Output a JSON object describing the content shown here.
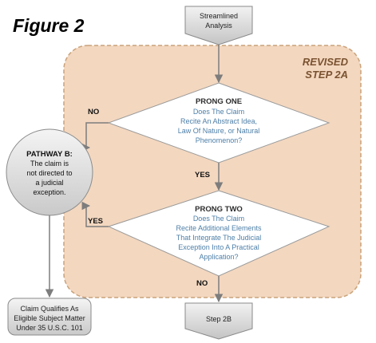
{
  "figure_title": "Figure 2",
  "region": {
    "label_lines": [
      "REVISED",
      "STEP 2A"
    ],
    "color": "#f3d7bf",
    "border_color": "#c9a27a",
    "label_color": "#7a5230"
  },
  "nodes": {
    "streamlined": {
      "lines": [
        "Streamlined",
        "Analysis"
      ]
    },
    "prong_one": {
      "heading": "PRONG ONE",
      "lines": [
        "Does The Claim",
        "Recite An Abstract Idea,",
        "Law Of Nature, or Natural",
        "Phenomenon?"
      ]
    },
    "prong_two": {
      "heading": "PRONG TWO",
      "lines": [
        "Does The Claim",
        "Recite Additional Elements",
        "That Integrate The Judicial",
        "Exception Into A Practical",
        "Application?"
      ]
    },
    "pathway_b": {
      "heading": "PATHWAY B:",
      "lines": [
        "The claim is",
        "not directed to",
        "a judicial",
        "exception."
      ]
    },
    "qualifies": {
      "lines": [
        "Claim Qualifies As",
        "Eligible Subject Matter",
        "Under 35 U.S.C. 101"
      ]
    },
    "step_2b": {
      "lines": [
        "Step 2B"
      ]
    }
  },
  "edges": {
    "prong_one_no": "NO",
    "prong_one_yes": "YES",
    "prong_two_yes": "YES",
    "prong_two_no": "NO"
  },
  "colors": {
    "box_fill_top": "#f4f4f4",
    "box_fill_bottom": "#c9c9c9",
    "box_stroke": "#8a8a8a",
    "arrow": "#7d7d7d",
    "prong_text": "#4d7fa8",
    "prong_heading": "#2c2c2c"
  }
}
